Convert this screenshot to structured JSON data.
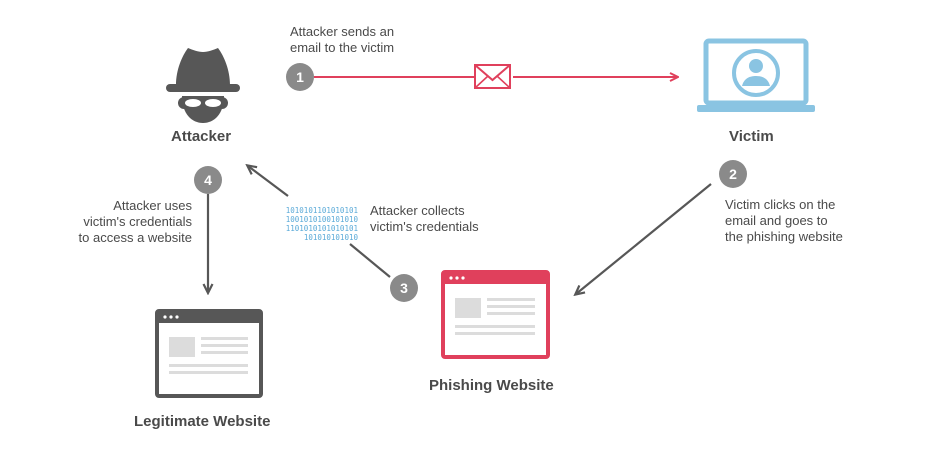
{
  "nodes": {
    "attacker": {
      "title": "Attacker"
    },
    "victim": {
      "title": "Victim"
    },
    "phishing_website": {
      "title": "Phishing Website"
    },
    "legitimate_website": {
      "title": "Legitimate Website"
    }
  },
  "steps": [
    {
      "number": "1",
      "lines": [
        "Attacker sends an",
        "email to the victim"
      ]
    },
    {
      "number": "2",
      "lines": [
        "Victim clicks on the",
        "email and goes to",
        "the phishing website"
      ]
    },
    {
      "number": "3",
      "lines": [
        "Attacker collects",
        "victim's credentials"
      ]
    },
    {
      "number": "4",
      "lines": [
        "Attacker uses",
        "victim's credentials",
        "to access a website"
      ]
    }
  ],
  "binary_lines": [
    "1010101101010101",
    "1001010100101010",
    "1101010101010101",
    "101010101010"
  ],
  "colors": {
    "accent": "#e0405c",
    "victim_blue": "#8ac4e2",
    "gray": "#575757",
    "step_circle": "#8a8a8a",
    "text": "#4a4a4a",
    "binary": "#5aaad8"
  },
  "icons": {
    "attacker": "spy-hat-icon",
    "victim": "laptop-user-icon",
    "email": "envelope-icon",
    "website": "browser-window-icon"
  }
}
